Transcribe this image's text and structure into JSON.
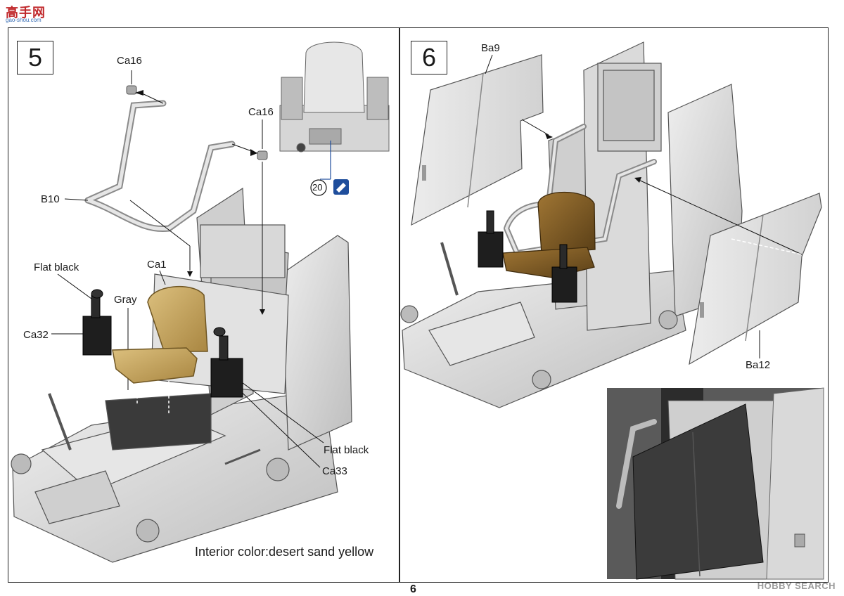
{
  "site_logo": {
    "title": "高手网",
    "subtitle": "gao-shou.com"
  },
  "watermark": "HOBBY SEARCH",
  "page_number": "6",
  "step5": {
    "number": "5",
    "labels": {
      "ca16_top": "Ca16",
      "ca16_right": "Ca16",
      "b10": "B10",
      "flat_black_left": "Flat black",
      "ca1": "Ca1",
      "gray": "Gray",
      "ca32": "Ca32",
      "flat_black_right": "Flat black",
      "ca33": "Ca33"
    },
    "inset_callout": "20",
    "note": "Interior color:desert sand yellow"
  },
  "step6": {
    "number": "6",
    "labels": {
      "ba9": "Ba9",
      "ba12": "Ba12"
    }
  },
  "colors": {
    "frame": "#222222",
    "part_gray": "#d9d9d9",
    "part_stroke": "#555555",
    "seat_tan": "#c9a862",
    "seat_brown": "#7a5a2a",
    "black_part": "#1e1e1e",
    "callout_blue": "#1f4e9c",
    "glass": "#e4e4e4"
  }
}
